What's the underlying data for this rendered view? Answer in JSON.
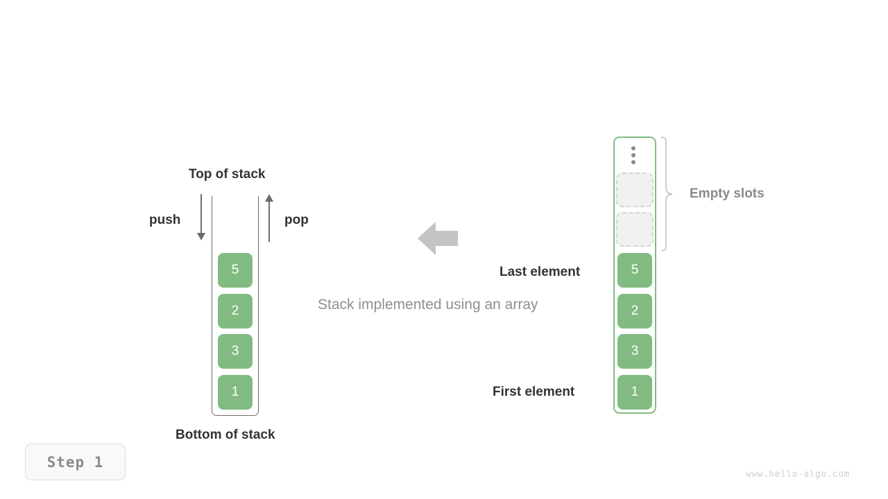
{
  "diagram": {
    "caption": "Stack implemented using an array",
    "step_badge": "Step 1",
    "watermark": "www.hello-algo.com",
    "accent_green": "#82bb82",
    "label_dark": "#333333",
    "label_gray": "#8a8a8a",
    "arrow_gray": "#6b6b6b",
    "big_arrow_gray": "#c4c4c4"
  },
  "stack": {
    "top_label": "Top of stack",
    "bottom_label": "Bottom of stack",
    "push_label": "push",
    "pop_label": "pop",
    "values": [
      "5",
      "2",
      "3",
      "1"
    ]
  },
  "array": {
    "values": [
      "5",
      "2",
      "3",
      "1"
    ],
    "empty_slots_label": "Empty slots",
    "empty_slot_count": 2,
    "last_element_label": "Last element",
    "first_element_label": "First element",
    "ellipsis_dots": 3
  }
}
